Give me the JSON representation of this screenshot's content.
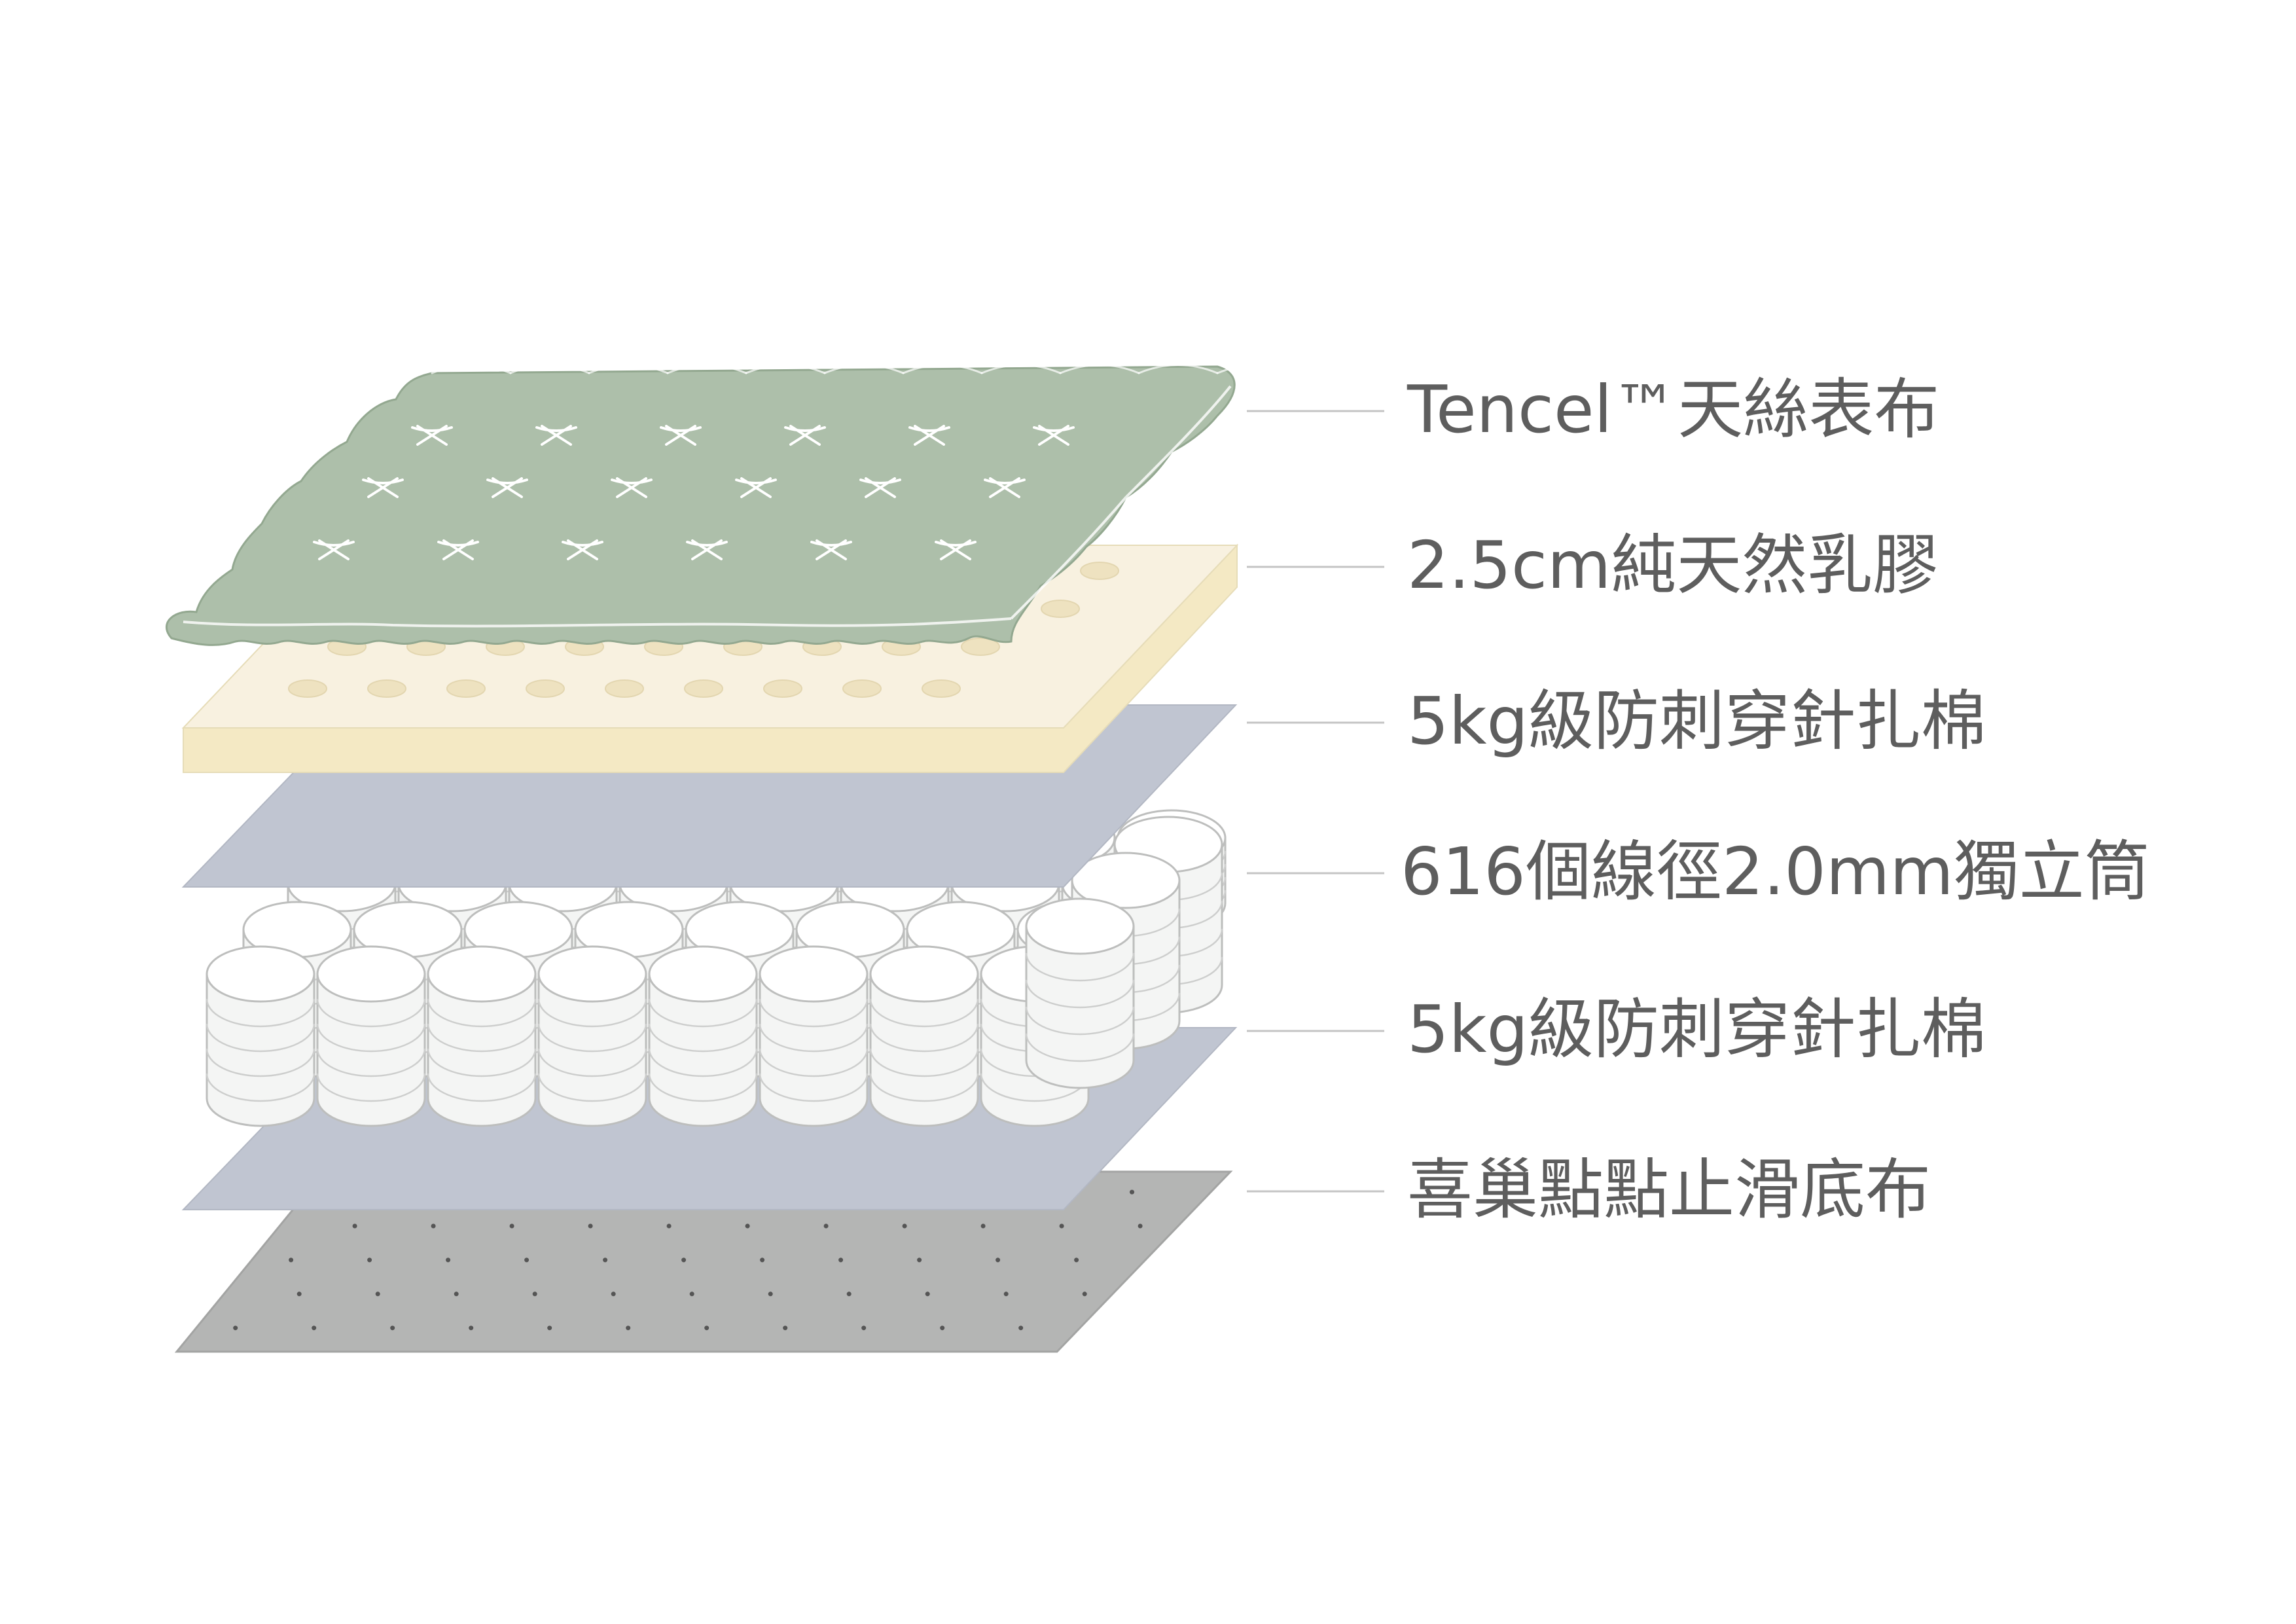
{
  "layers": [
    {
      "id": "cover",
      "label": "Tencel™天絲表布",
      "color": "#adbfaa"
    },
    {
      "id": "latex",
      "label": "2.5cm純天然乳膠",
      "color": "#f8f0df"
    },
    {
      "id": "felt-top",
      "label": "5kg級防刺穿針扎棉",
      "color": "#c0c5d1"
    },
    {
      "id": "springs",
      "label": "616個線徑2.0mm獨立筒",
      "color": "#f4f5f4"
    },
    {
      "id": "felt-bottom",
      "label": "5kg級防刺穿針扎棉",
      "color": "#c0c5d1"
    },
    {
      "id": "base",
      "label": "喜巢點點止滑底布",
      "color": "#b5b6b5"
    }
  ]
}
